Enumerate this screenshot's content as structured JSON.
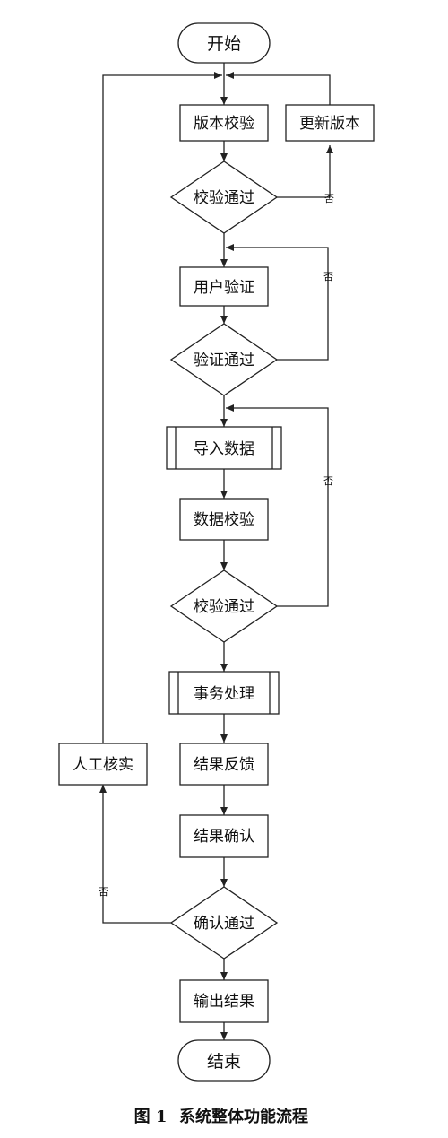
{
  "nodes": {
    "start": "开始",
    "version_check": "版本校验",
    "version_pass": "校验通过",
    "update_version": "更新版本",
    "user_verify": "用户验证",
    "verify_pass": "验证通过",
    "import_data": "导入数据",
    "data_check": "数据校验",
    "data_pass": "校验通过",
    "transaction": "事务处理",
    "feedback": "结果反馈",
    "confirm": "结果确认",
    "confirm_pass": "确认通过",
    "manual_check": "人工核实",
    "output": "输出结果",
    "end": "结束"
  },
  "edges": {
    "no_label": "否"
  },
  "caption": {
    "figure_no": "图 1",
    "title": "系统整体功能流程"
  }
}
